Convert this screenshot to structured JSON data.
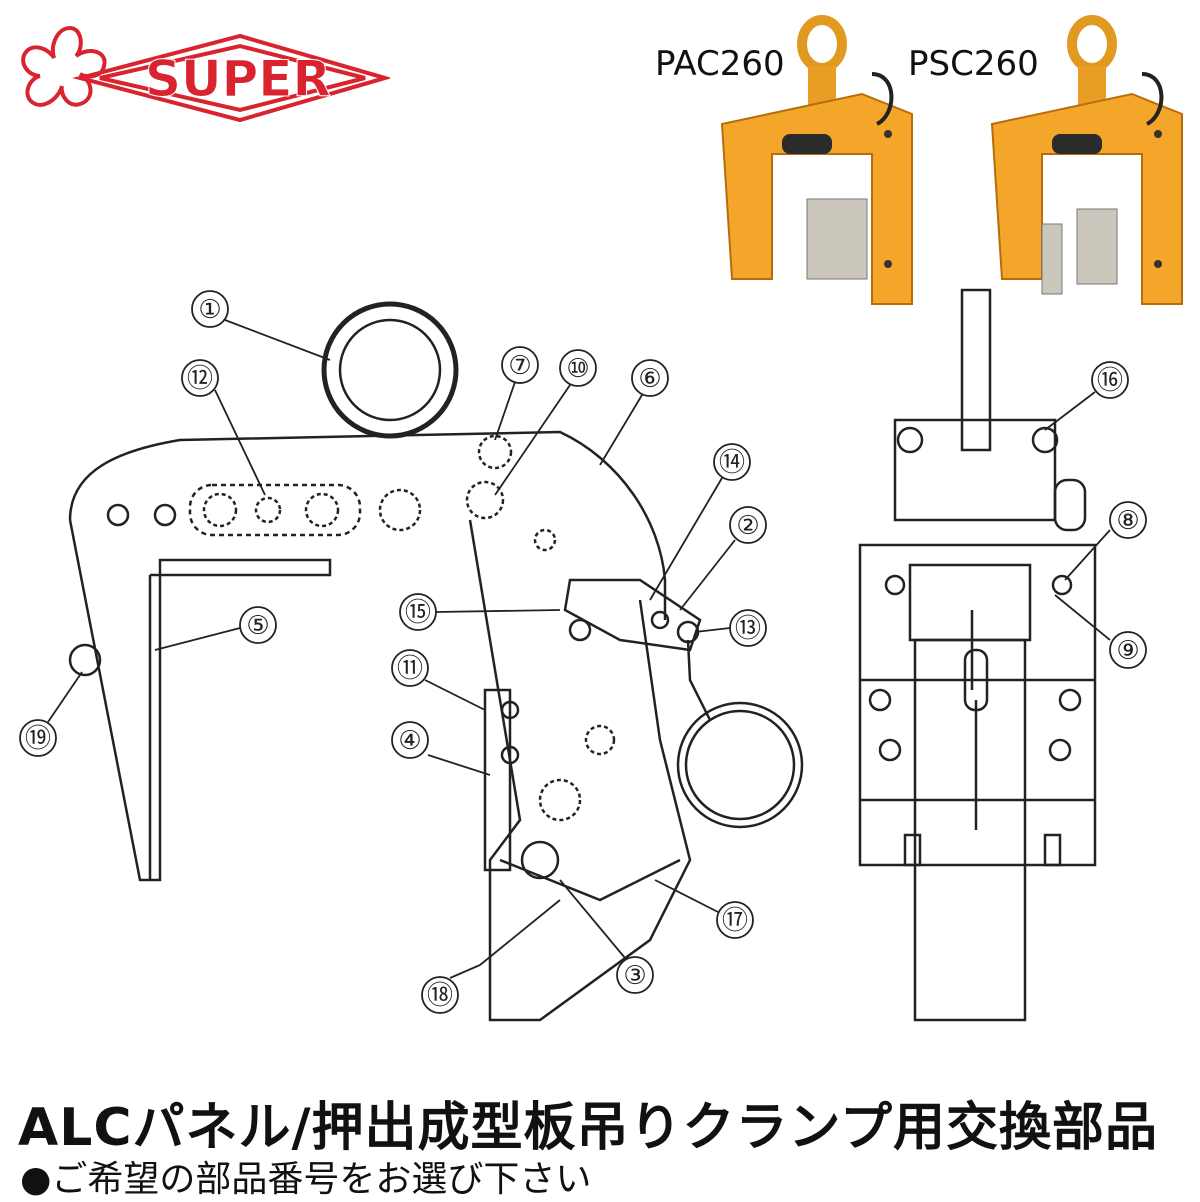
{
  "brand": {
    "name": "SUPER",
    "color": "#d9232e"
  },
  "models": [
    {
      "label": "PAC260"
    },
    {
      "label": "PSC260"
    }
  ],
  "callouts": [
    "①",
    "②",
    "③",
    "④",
    "⑤",
    "⑥",
    "⑦",
    "⑧",
    "⑨",
    "⑩",
    "⑪",
    "⑫",
    "⑬",
    "⑭",
    "⑮",
    "⑯",
    "⑰",
    "⑱",
    "⑲"
  ],
  "title": "ALCパネル/押出成型板吊りクランプ用交換部品",
  "subtitle": "●ご希望の部品番号をお選び下さい",
  "colors": {
    "product": "#f4a62a",
    "line": "#222222"
  }
}
